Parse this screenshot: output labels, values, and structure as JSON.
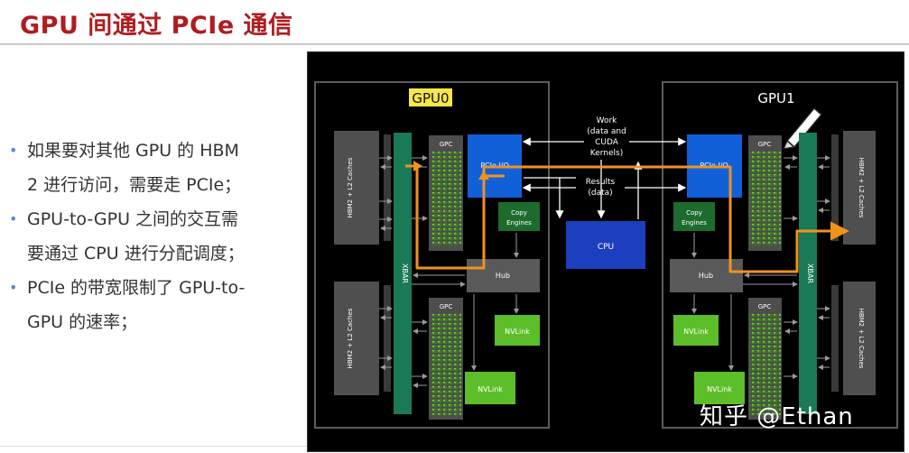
{
  "slide_title": "GPU 间通过 PCIe 通信",
  "bullets": [
    {
      "lines": [
        "如果要对其他 GPU 的 HBM",
        "2 进行访问，需要走 PCIe；"
      ]
    },
    {
      "lines": [
        "GPU-to-GPU 之间的交互需",
        "要通过 CPU 进行分配调度；"
      ]
    },
    {
      "lines": [
        "PCIe 的带宽限制了 GPU-to-",
        "GPU 的速率；"
      ]
    }
  ],
  "diagram": {
    "gpu0_label": "GPU0",
    "gpu1_label": "GPU1",
    "hbm_label": "HBM2 + L2 Caches",
    "xbar_label": "XBAR",
    "gpc_label": "GPC",
    "pcie_label": "PCIe I/O",
    "copy_engines_label": [
      "Copy",
      "Engines"
    ],
    "hub_label": "Hub",
    "nvlink_label": "NVLink",
    "cpu_label": "CPU",
    "work_label": [
      "Work",
      "(data and",
      "CUDA",
      "Kernels)"
    ],
    "results_label": [
      "Results",
      "(data)"
    ]
  },
  "watermark": "知乎 @Ethan",
  "colors": {
    "title": "#b01c20",
    "panel_bg": "#000000",
    "gpu_box": "#2a2a2a",
    "pcie_blue": "#1260d8",
    "cpu_blue": "#1c3fbf",
    "xbar_green": "#1a7a55",
    "nvlink_green": "#5cbf2a",
    "path_orange": "#f0921e"
  }
}
